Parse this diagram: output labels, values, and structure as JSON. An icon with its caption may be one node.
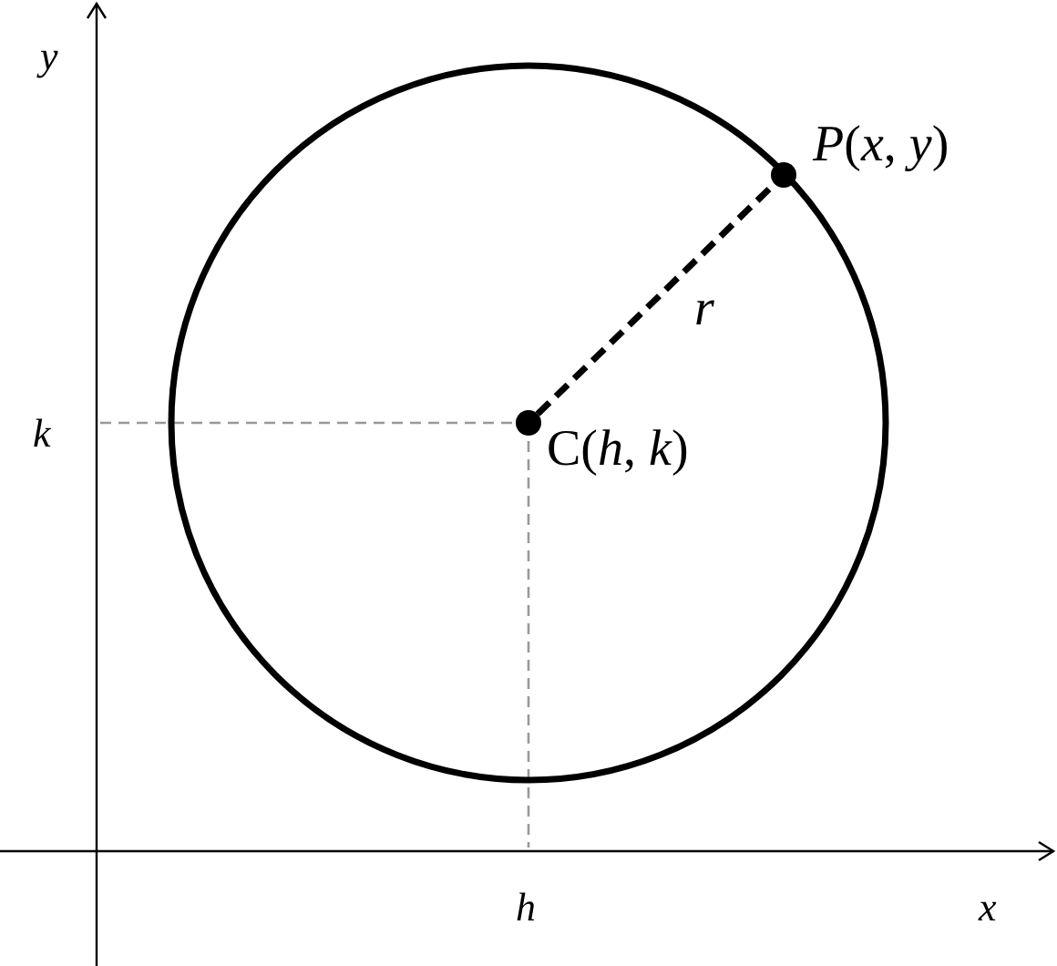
{
  "diagram": {
    "nodes": [
      {
        "text": [],
        "shape": "circle",
        "beside": [
          "C(*h*, *k*)"
        ]
      },
      {
        "text": [],
        "shape": "circle",
        "beside": [
          "*P*(*x*, *y*)"
        ]
      }
    ],
    "edges": [
      {
        "from": 0,
        "to": 1,
        "arrow": "none",
        "style": "dashed",
        "label": "r"
      }
    ],
    "labels": [
      "y",
      "k",
      "h",
      "x"
    ]
  }
}
